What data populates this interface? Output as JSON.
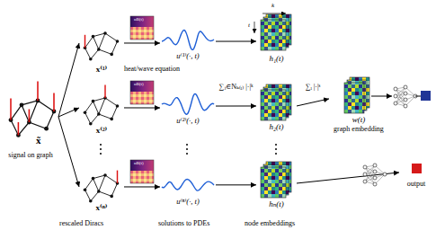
{
  "diagram": {
    "nodes": [
      {
        "text": [
          "x̃",
          "signal on graph"
        ]
      },
      {
        "text": [
          "x⁽¹⁾"
        ]
      },
      {
        "text": [
          "x⁽²⁾"
        ]
      },
      {
        "text": [
          "x⁽ⁿ⁾"
        ]
      },
      {
        "text": [
          "u⁽¹⁾(·, t)"
        ]
      },
      {
        "text": [
          "u⁽²⁾(·, t)"
        ]
      },
      {
        "text": [
          "u⁽ⁿ⁾(·, t)"
        ]
      },
      {
        "text": [
          "h₁(t)"
        ]
      },
      {
        "text": [
          "h₂(t)"
        ]
      },
      {
        "text": [
          "hₙ(t)"
        ]
      },
      {
        "text": [
          "w(t)",
          "graph embedding"
        ]
      },
      {
        "text": [
          "output"
        ]
      }
    ],
    "edges": [
      {
        "from": 0,
        "to": 1,
        "arrow": "to"
      },
      {
        "from": 0,
        "to": 2,
        "arrow": "to"
      },
      {
        "from": 0,
        "to": 3,
        "arrow": "to"
      },
      {
        "from": 1,
        "to": 4,
        "arrow": "to"
      },
      {
        "from": 2,
        "to": 5,
        "arrow": "to"
      },
      {
        "from": 3,
        "to": 6,
        "arrow": "to"
      },
      {
        "from": 4,
        "to": 7,
        "arrow": "to"
      },
      {
        "from": 5,
        "to": 8,
        "arrow": "to",
        "label": "∑ⱼ∈Nₖ₍ᵢ₎ |·|ᵏ"
      },
      {
        "from": 6,
        "to": 9,
        "arrow": "to"
      },
      {
        "from": 8,
        "to": 10,
        "arrow": "to",
        "label": "∑ᵢ |·|ˢ"
      },
      {
        "from": 9,
        "to": 11,
        "arrow": "to"
      }
    ],
    "labels": [
      "heat/wave equation",
      "uB(t)",
      "uB(t)",
      "uB(t)",
      "rescaled Diracs",
      "solutions to PDEs",
      "k",
      "t",
      "node embeddings"
    ]
  }
}
